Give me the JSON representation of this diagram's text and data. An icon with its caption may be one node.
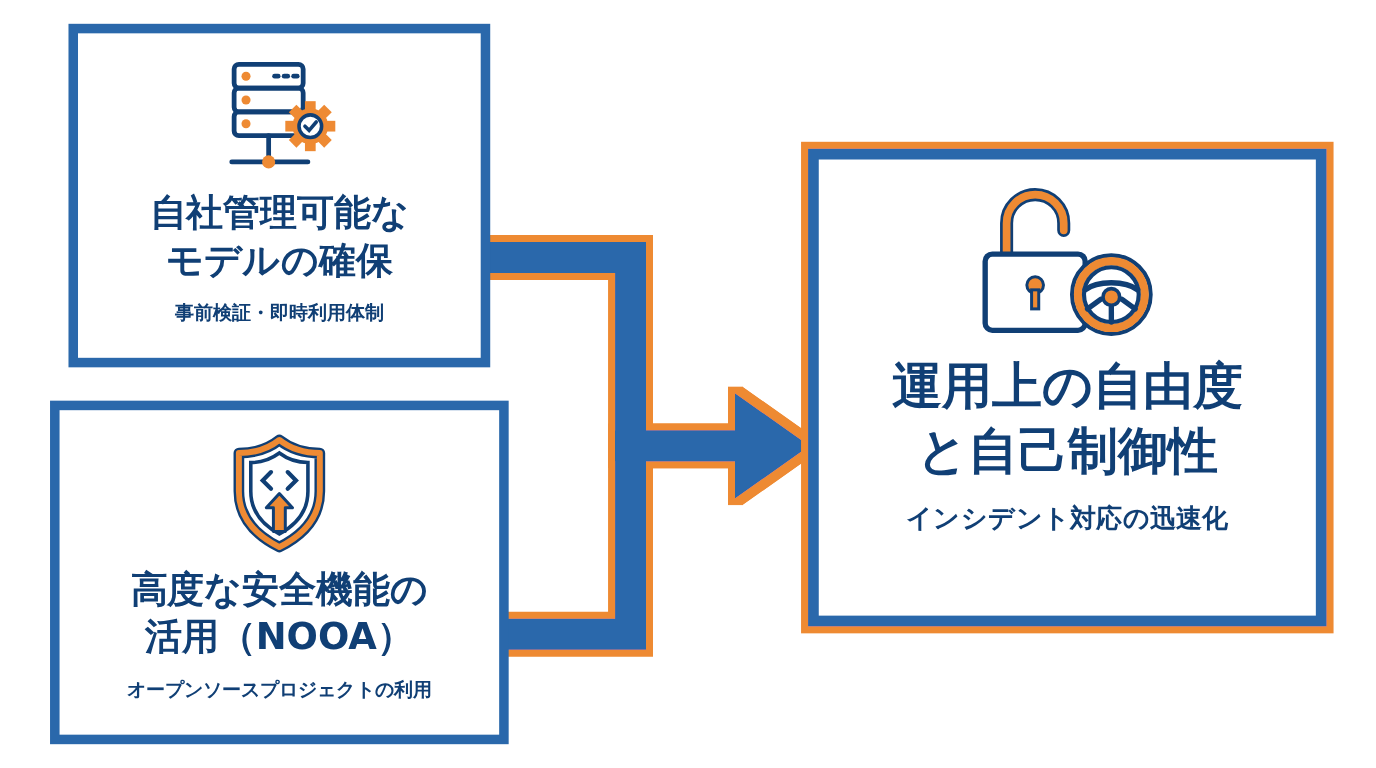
{
  "diagram": {
    "nodes": [
      {
        "text": [
          "自社管理可能なモデルの確保",
          "事前検証・即時利用体制"
        ]
      },
      {
        "text": [
          "高度な安全機能の活用（NOOA）",
          "オープンソースプロジェクトの利用"
        ]
      },
      {
        "text": [
          "運用上の自由度と自己制御性",
          "インシデント対応の迅速化"
        ]
      }
    ],
    "edges": [
      {
        "from": 0,
        "to": 2,
        "arrow": "to"
      },
      {
        "from": 1,
        "to": 2,
        "arrow": "to"
      }
    ]
  }
}
